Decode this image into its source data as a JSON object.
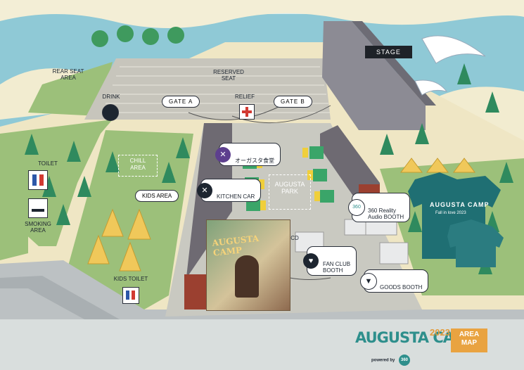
{
  "labels": {
    "stage": "STAGE",
    "rear_seat": "REAR SEAT\nAREA",
    "reserved_seat": "RESERVED\nSEAT",
    "drink": "DRINK",
    "relief": "RELIEF",
    "gate_a": "GATE A",
    "gate_b": "GATE B",
    "chill_area": "CHILL\nAREA",
    "kids_area": "KIDS AREA",
    "toilet": "TOILET",
    "smoking_area": "SMOKING\nAREA",
    "kids_toilet": "KIDS TOILET",
    "augusta_park": "AUGUSTA\nPARK",
    "augusta_shokudo": "オーガスタ食堂",
    "kitchen_car": "KITCHEN CAR",
    "reality_booth": "360 Reality\nAudio BOOTH",
    "cd": "CD",
    "fan_club_booth": "FAN CLUB\nBOOTH",
    "goods_booth": "GOODS BOOTH"
  },
  "footer": {
    "logo": "AUGUSTA CAMP",
    "year": "2023",
    "area_map": "AREA\nMAP",
    "powered_by": "powered by",
    "sponsor": "360"
  },
  "goods": {
    "poster_title": "AUGUSTA CAMP",
    "tee_title": "AUGUSTA CAMP",
    "tee_sub": "Fall in love 2023"
  },
  "colors": {
    "grass": "#9cc07a",
    "path": "#c9c9c1",
    "sea": "#8fc9d6",
    "sand": "#efe6c4",
    "building": "#8c8b94",
    "accent": "#e9a341",
    "brand_teal": "#2e8f8c"
  }
}
